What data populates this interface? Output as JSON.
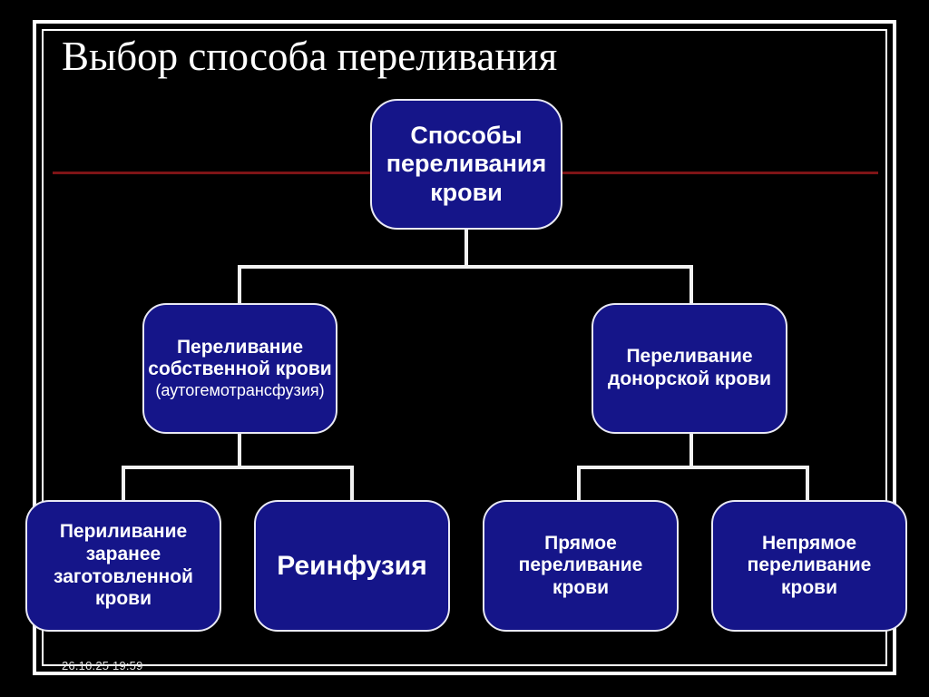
{
  "slide": {
    "title": "Выбор способа переливания",
    "date_stamp": "26.10.25 19:59",
    "background_color": "#000000",
    "node_fill_color": "#151589",
    "node_border_color": "#e9e9f4",
    "connector_color": "#f2f2f2",
    "rule_color": "#7e1416",
    "text_color": "#ffffff"
  },
  "diagram": {
    "root": {
      "label": "Способы\nпереливания\nкрови"
    },
    "level2": [
      {
        "label": "Переливание\nсобственной крови",
        "sublabel": "(аутогемотрансфузия)"
      },
      {
        "label": "Переливание\nдонорской крови"
      }
    ],
    "level3": [
      {
        "label": "Периливание\nзаранее\nзаготовленной\nкрови"
      },
      {
        "label": "Реинфузия"
      },
      {
        "label": "Прямое\nпереливание\nкрови"
      },
      {
        "label": "Непрямое\nпереливание\nкрови"
      }
    ]
  }
}
